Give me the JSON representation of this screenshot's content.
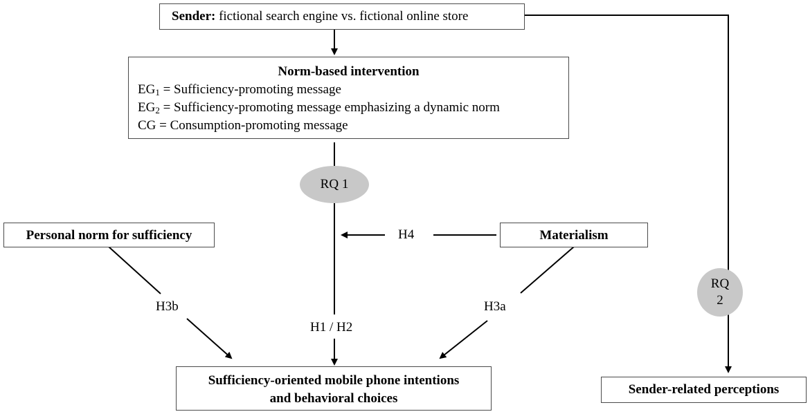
{
  "sender": {
    "bold": "Sender:",
    "text": " fictional search engine vs. fictional online store"
  },
  "intervention": {
    "title": "Norm-based intervention",
    "eg1_pre": "EG",
    "eg1_sub": "1",
    "eg1_text": " = Sufficiency-promoting message",
    "eg2_pre": "EG",
    "eg2_sub": "2",
    "eg2_text": " = Sufficiency-promoting message emphasizing a dynamic norm",
    "cg_text": "CG = Consumption-promoting message"
  },
  "rq1": "RQ 1",
  "rq2": {
    "line1": "RQ",
    "line2": "2"
  },
  "personal_norm": "Personal norm for sufficiency",
  "materialism": "Materialism",
  "outcome": {
    "line1": "Sufficiency-oriented mobile phone intentions",
    "line2": "and behavioral choices"
  },
  "sender_perceptions": "Sender-related perceptions",
  "labels": {
    "h4": "H4",
    "h3b": "H3b",
    "h3a": "H3a",
    "h1h2": "H1 / H2"
  },
  "colors": {
    "ellipse": "#c8c8c8",
    "line": "#000000",
    "border": "#4a4a4a"
  }
}
